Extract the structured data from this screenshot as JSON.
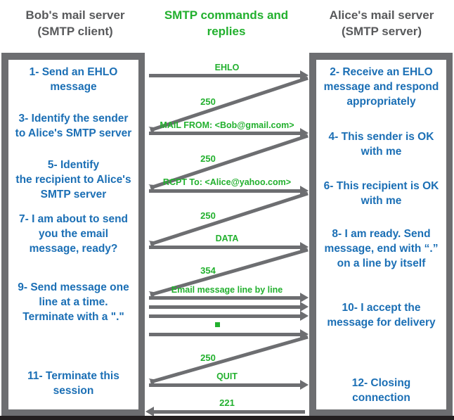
{
  "headers": {
    "left": "Bob's mail server\n(SMTP client)",
    "left_line1": "Bob's mail server",
    "left_line2": "(SMTP client)",
    "middle_line1": "SMTP commands and",
    "middle_line2": "replies",
    "right_line1": "Alice's mail server",
    "right_line2": "(SMTP server)"
  },
  "colors": {
    "header_gray": "#58595b",
    "green": "#22b02e",
    "blue": "#1b6fb5",
    "frame_gray": "#6d6e71",
    "bottom_bar": "#231f20",
    "white": "#ffffff"
  },
  "client_steps": [
    {
      "number": "1",
      "text": "1- Send an EHLO\nmessage"
    },
    {
      "number": "3",
      "text": "3- Identify the sender\nto Alice's SMTP server"
    },
    {
      "number": "5",
      "text": "5- Identify\nthe recipient to Alice's\nSMTP server"
    },
    {
      "number": "7",
      "text": "7- I am about to send\nyou the email\nmessage, ready?"
    },
    {
      "number": "9",
      "text": "9- Send message one\nline at a time.\nTerminate with a \".\""
    },
    {
      "number": "11",
      "text": "11- Terminate this\nsession"
    }
  ],
  "server_steps": [
    {
      "number": "2",
      "text": "2- Receive an EHLO\nmessage and respond\nappropriately"
    },
    {
      "number": "4",
      "text": "4- This sender is OK\nwith me"
    },
    {
      "number": "6",
      "text": "6- This recipient is OK\nwith me"
    },
    {
      "number": "8",
      "text": "8-  I am ready. Send\nmessage, end with “.”\non a line by itself"
    },
    {
      "number": "10",
      "text": "10-  I accept the\nmessage for delivery"
    },
    {
      "number": "12",
      "text": "12-  Closing\nconnection"
    }
  ],
  "messages": [
    {
      "label": "EHLO",
      "direction": "client-to-server",
      "kind": "command"
    },
    {
      "label": "250",
      "direction": "server-to-client",
      "kind": "reply"
    },
    {
      "label": "MAIL FROM: <Bob@gmail.com>",
      "direction": "client-to-server",
      "kind": "command"
    },
    {
      "label": "250",
      "direction": "server-to-client",
      "kind": "reply"
    },
    {
      "label": "RCPT To: <Alice@yahoo.com>",
      "direction": "client-to-server",
      "kind": "command"
    },
    {
      "label": "250",
      "direction": "server-to-client",
      "kind": "reply"
    },
    {
      "label": "DATA",
      "direction": "client-to-server",
      "kind": "command"
    },
    {
      "label": "354",
      "direction": "server-to-client",
      "kind": "reply"
    },
    {
      "label": "Email message line by line",
      "direction": "client-to-server",
      "kind": "command"
    },
    {
      "label": "",
      "direction": "client-to-server",
      "kind": "data-line"
    },
    {
      "label": "",
      "direction": "client-to-server",
      "kind": "data-line"
    },
    {
      "label": "",
      "direction": "client-to-server",
      "kind": "data-line"
    },
    {
      "label": "250",
      "direction": "server-to-client",
      "kind": "reply"
    },
    {
      "label": "QUIT",
      "direction": "client-to-server",
      "kind": "command"
    },
    {
      "label": "221",
      "direction": "server-to-client",
      "kind": "reply"
    }
  ],
  "labels": {
    "m1": "EHLO",
    "m2": "250",
    "m3": "MAIL FROM: <Bob@gmail.com>",
    "m4": "250",
    "m5": "RCPT To: <Alice@yahoo.com>",
    "m6": "250",
    "m7": "DATA",
    "m8": "354",
    "m9": "Email message line by line",
    "m10": "250",
    "m11": "QUIT",
    "m12": "221"
  }
}
